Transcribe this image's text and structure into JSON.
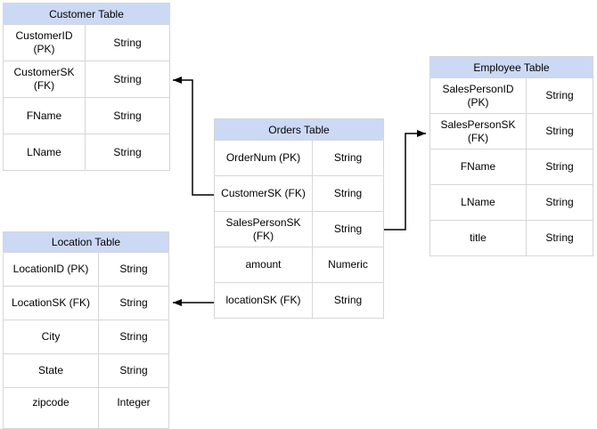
{
  "canvas": {
    "background": "#ffffff"
  },
  "colors": {
    "header_fill": "#ccd9f5",
    "cell_fill": "#ffffff",
    "border": "#d6d6d6",
    "text": "#000000",
    "arrow": "#000000"
  },
  "tables": [
    {
      "id": "customer",
      "title": "Customer Table",
      "rows": [
        {
          "field": "CustomerID (PK)",
          "type": "String"
        },
        {
          "field": "CustomerSK\n(FK)",
          "type": "String"
        },
        {
          "field": "FName",
          "type": "String"
        },
        {
          "field": "LName",
          "type": "String"
        }
      ]
    },
    {
      "id": "orders",
      "title": "Orders Table",
      "rows": [
        {
          "field": "OrderNum (PK)",
          "type": "String"
        },
        {
          "field": "CustomerSK (FK)",
          "type": "String"
        },
        {
          "field": "SalesPersonSK\n(FK)",
          "type": "String"
        },
        {
          "field": "amount",
          "type": "Numeric"
        },
        {
          "field": "locationSK (FK)",
          "type": "String"
        }
      ]
    },
    {
      "id": "employee",
      "title": "Employee Table",
      "rows": [
        {
          "field": "SalesPersonID (PK)",
          "type": "String"
        },
        {
          "field": "SalesPersonSK\n(FK)",
          "type": "String"
        },
        {
          "field": "FName",
          "type": "String"
        },
        {
          "field": "LName",
          "type": "String"
        },
        {
          "field": "title",
          "type": "String"
        }
      ]
    },
    {
      "id": "location",
      "title": "Location Table",
      "rows": [
        {
          "field": "LocationID (PK)",
          "type": "String"
        },
        {
          "field": "LocationSK (FK)",
          "type": "String"
        },
        {
          "field": "City",
          "type": "String"
        },
        {
          "field": "State",
          "type": "String"
        },
        {
          "field": "zipcode",
          "type": "Integer"
        }
      ]
    }
  ],
  "relationships": [
    {
      "from": "Orders Table.CustomerSK (FK)",
      "to": "Customer Table.CustomerSK (FK)"
    },
    {
      "from": "Orders Table.SalesPersonSK (FK)",
      "to": "Employee Table.SalesPersonSK (FK)"
    },
    {
      "from": "Orders Table.locationSK (FK)",
      "to": "Location Table.LocationSK (FK)"
    }
  ]
}
